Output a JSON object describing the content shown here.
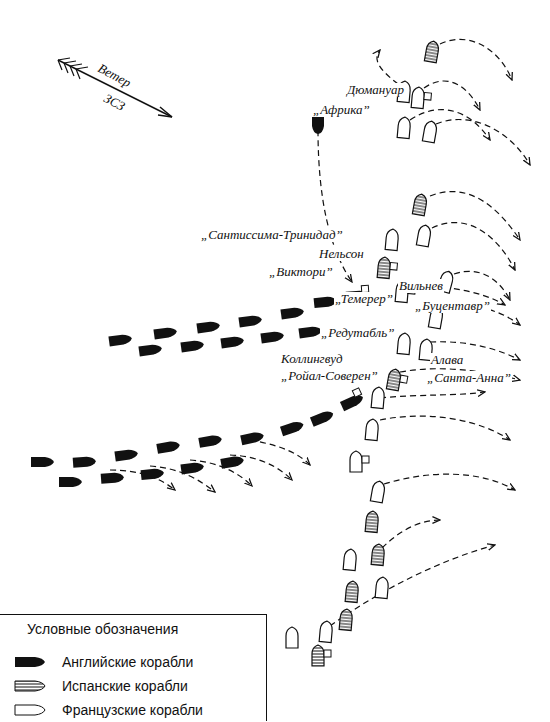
{
  "diagram": {
    "labels": [
      "Ветер",
      "ЗСЗ",
      "Дюмануар",
      "„Африка”",
      "„Сантиссима-Тринидад”",
      "Нельсон",
      "„Виктори”",
      "Вильнев",
      "„Темерер”",
      "„Буцентавр”",
      "„Редутабль”",
      "Коллингвуд",
      "Алава",
      "„Ройал-Соверен”",
      "„Санта-Анна”",
      "Условные обозначения"
    ],
    "legend": [
      {
        "text": "Английские корабли"
      },
      {
        "text": "Испанские корабли"
      },
      {
        "text": "Французские корабли"
      }
    ]
  }
}
